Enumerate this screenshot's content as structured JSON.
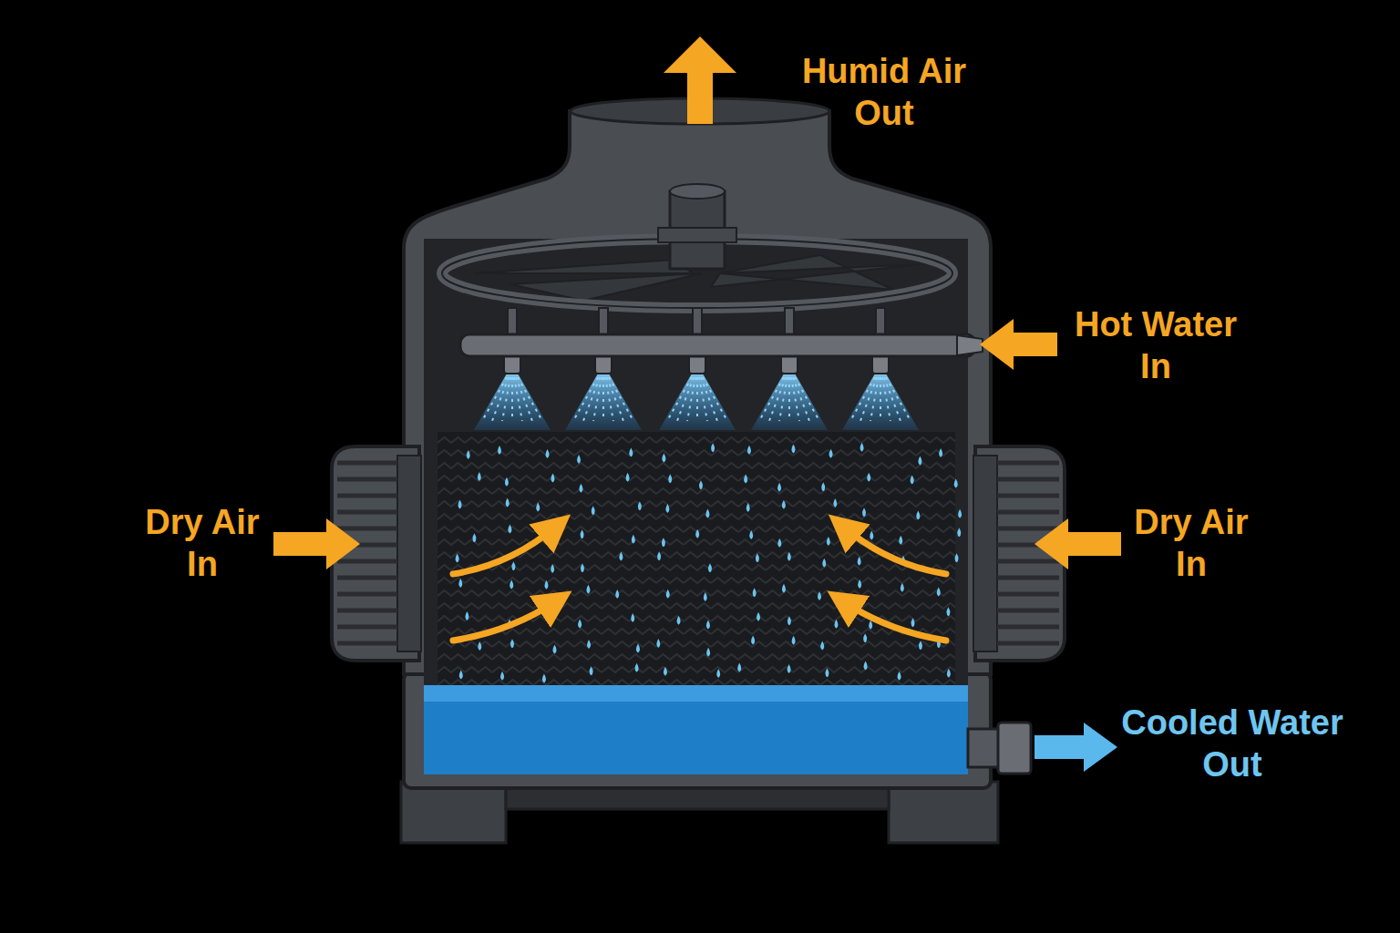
{
  "diagram": {
    "labels": [
      "Humid Air Out",
      "Hot Water In",
      "Dry Air In",
      "Dry Air In",
      "Cooled Water Out"
    ]
  }
}
